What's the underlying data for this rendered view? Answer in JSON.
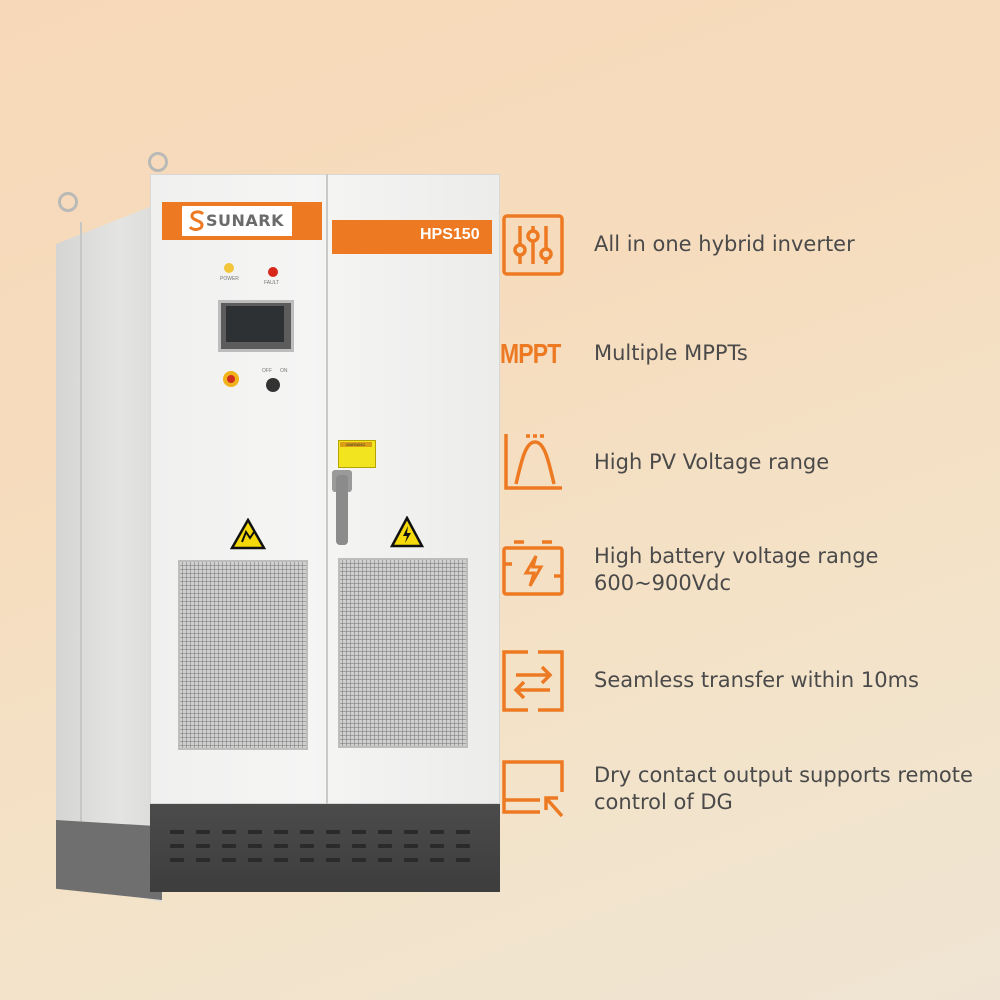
{
  "product": {
    "brand": "SUNARK",
    "model": "HPS150",
    "indicators": {
      "power": "POWER",
      "fault": "FAULT"
    },
    "switch": {
      "off": "OFF",
      "on": "ON"
    },
    "warning_label": "WARNING"
  },
  "features": [
    {
      "icon": "sliders-icon",
      "label": "All in one hybrid inverter"
    },
    {
      "icon": "mppt-text-icon",
      "label": "Multiple MPPTs",
      "icon_text": "MPPT"
    },
    {
      "icon": "voltage-curve-icon",
      "label": "High PV Voltage range"
    },
    {
      "icon": "battery-bolt-icon",
      "label": "High battery voltage range 600~900Vdc"
    },
    {
      "icon": "transfer-arrows-icon",
      "label": "Seamless transfer within 10ms"
    },
    {
      "icon": "monitor-cursor-icon",
      "label": "Dry contact output supports remote control of DG"
    }
  ],
  "colors": {
    "accent": "#ed7a22",
    "text": "#4a4a4a",
    "background": "#f6dcbd"
  }
}
